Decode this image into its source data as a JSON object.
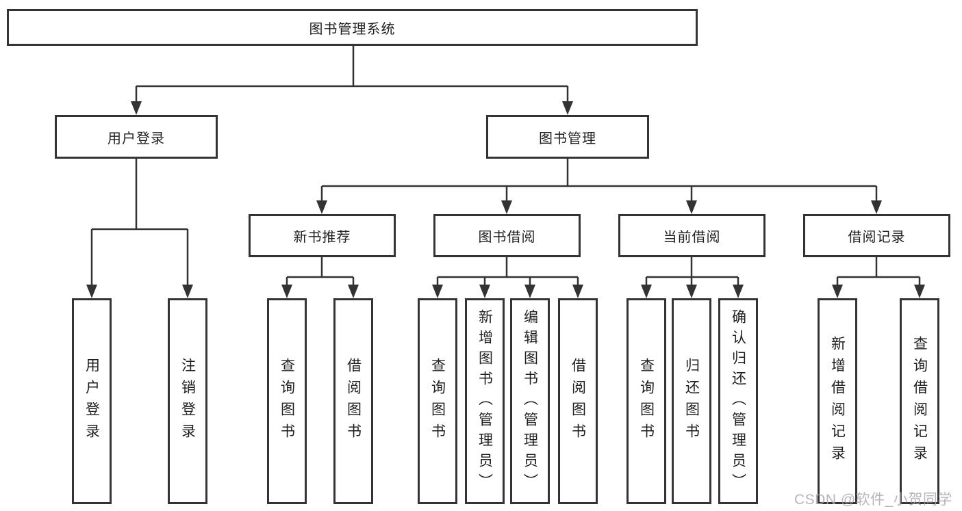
{
  "diagram": {
    "watermark": "CSDN @软件_小贺同学",
    "colors": {
      "line": "#333333",
      "box_border": "#333333",
      "box_background": "#ffffff",
      "text": "#1f1f1f",
      "watermark": "#aaaaaa"
    },
    "tree": {
      "label": "图书管理系统",
      "children": [
        {
          "label": "用户登录",
          "children": [
            {
              "label": "用户登录"
            },
            {
              "label": "注销登录"
            }
          ]
        },
        {
          "label": "图书管理",
          "children": [
            {
              "label": "新书推荐",
              "children": [
                {
                  "label": "查询图书"
                },
                {
                  "label": "借阅图书"
                }
              ]
            },
            {
              "label": "图书借阅",
              "children": [
                {
                  "label": "查询图书"
                },
                {
                  "label": "新增图书（管理员）"
                },
                {
                  "label": "编辑图书（管理员）"
                },
                {
                  "label": "借阅图书"
                }
              ]
            },
            {
              "label": "当前借阅",
              "children": [
                {
                  "label": "查询图书"
                },
                {
                  "label": "归还图书"
                },
                {
                  "label": "确认归还（管理员）"
                }
              ]
            },
            {
              "label": "借阅记录",
              "children": [
                {
                  "label": "新增借阅记录"
                },
                {
                  "label": "查询借阅记录"
                }
              ]
            }
          ]
        }
      ]
    }
  }
}
